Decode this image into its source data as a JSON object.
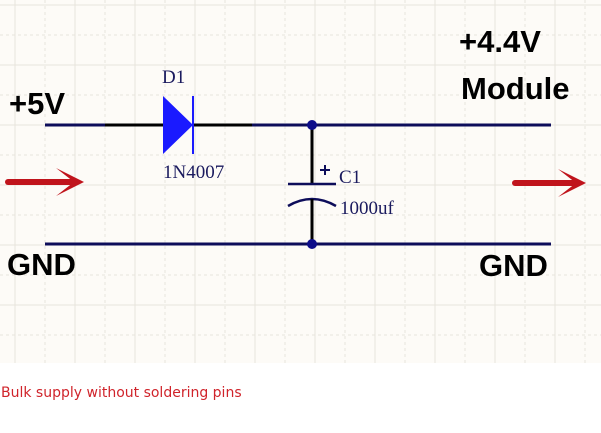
{
  "schematic": {
    "input_voltage_label": "+5V",
    "output_voltage_label": "+4.4V",
    "output_module_label": "Module",
    "gnd_left_label": "GND",
    "gnd_right_label": "GND",
    "diode": {
      "designator": "D1",
      "part": "1N4007"
    },
    "capacitor": {
      "designator": "C1",
      "value": "1000uf",
      "polarity_mark": "+"
    },
    "colors": {
      "wire": "#0d0d5a",
      "diode_fill": "#1a1aff",
      "arrow": "#c0141c",
      "grid": "#e8e4dc",
      "background": "#fdfbf7"
    }
  },
  "caption": "Bulk supply without soldering pins"
}
